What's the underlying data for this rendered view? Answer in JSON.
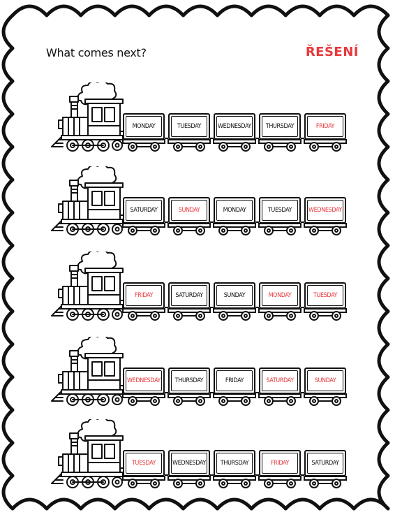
{
  "worksheet": {
    "title": "What comes next?",
    "answer_label": "ŘEŠENÍ",
    "answer_color": "#e8383d",
    "text_color": "#111111"
  },
  "trains": [
    {
      "wagons": [
        {
          "day": "MONDAY",
          "answer": false
        },
        {
          "day": "TUESDAY",
          "answer": false
        },
        {
          "day": "WEDNESDAY",
          "answer": false
        },
        {
          "day": "THURSDAY",
          "answer": false
        },
        {
          "day": "FRIDAY",
          "answer": true
        }
      ]
    },
    {
      "wagons": [
        {
          "day": "SATURDAY",
          "answer": false
        },
        {
          "day": "SUNDAY",
          "answer": true
        },
        {
          "day": "MONDAY",
          "answer": false
        },
        {
          "day": "TUESDAY",
          "answer": false
        },
        {
          "day": "WEDNESDAY",
          "answer": true
        }
      ]
    },
    {
      "wagons": [
        {
          "day": "FRIDAY",
          "answer": true
        },
        {
          "day": "SATURDAY",
          "answer": false
        },
        {
          "day": "SUNDAY",
          "answer": false
        },
        {
          "day": "MONDAY",
          "answer": true
        },
        {
          "day": "TUESDAY",
          "answer": true
        }
      ]
    },
    {
      "wagons": [
        {
          "day": "WEDNESDAY",
          "answer": true
        },
        {
          "day": "THURSDAY",
          "answer": false
        },
        {
          "day": "FRIDAY",
          "answer": false
        },
        {
          "day": "SATURDAY",
          "answer": true
        },
        {
          "day": "SUNDAY",
          "answer": true
        }
      ]
    },
    {
      "wagons": [
        {
          "day": "TUESDAY",
          "answer": true
        },
        {
          "day": "WEDNESDAY",
          "answer": false
        },
        {
          "day": "THURSDAY",
          "answer": false
        },
        {
          "day": "FRIDAY",
          "answer": true
        },
        {
          "day": "SATURDAY",
          "answer": false
        }
      ]
    }
  ]
}
